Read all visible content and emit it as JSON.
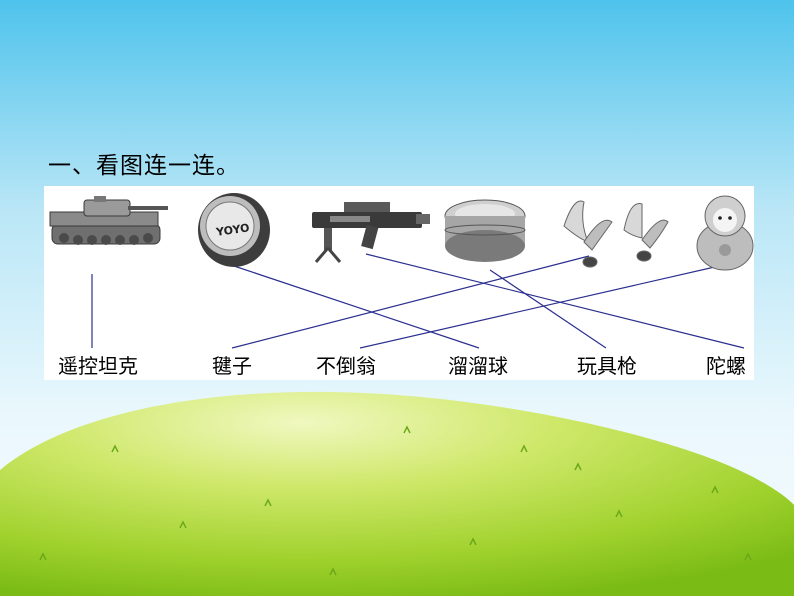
{
  "question": {
    "title": "一、看图连一连。"
  },
  "toys": [
    {
      "id": "tank",
      "icon": "tank-icon"
    },
    {
      "id": "yoyo",
      "icon": "yoyo-icon",
      "logo_text": "YOYO"
    },
    {
      "id": "gun",
      "icon": "toy-gun-icon"
    },
    {
      "id": "top",
      "icon": "spinning-top-icon"
    },
    {
      "id": "shuttlecock",
      "icon": "shuttlecock-icon"
    },
    {
      "id": "tumbler",
      "icon": "tumbler-doll-icon"
    }
  ],
  "words": [
    {
      "text": "遥控坦克"
    },
    {
      "text": "毽子"
    },
    {
      "text": "不倒翁"
    },
    {
      "text": "溜溜球"
    },
    {
      "text": "玩具枪"
    },
    {
      "text": "陀螺"
    }
  ],
  "connections": [
    {
      "from": "tank",
      "to": "遥控坦克"
    },
    {
      "from": "yoyo",
      "to": "溜溜球"
    },
    {
      "from": "gun",
      "to": "陀螺"
    },
    {
      "from": "top",
      "to": "玩具枪"
    },
    {
      "from": "shuttlecock",
      "to": "毽子"
    },
    {
      "from": "tumbler",
      "to": "不倒翁"
    }
  ],
  "colors": {
    "sky_top": "#4ec3ec",
    "sky_bottom": "#eaf8fd",
    "grass_light": "#e4f39a",
    "grass_dark": "#86c21a",
    "line": "#2b2f8f"
  }
}
